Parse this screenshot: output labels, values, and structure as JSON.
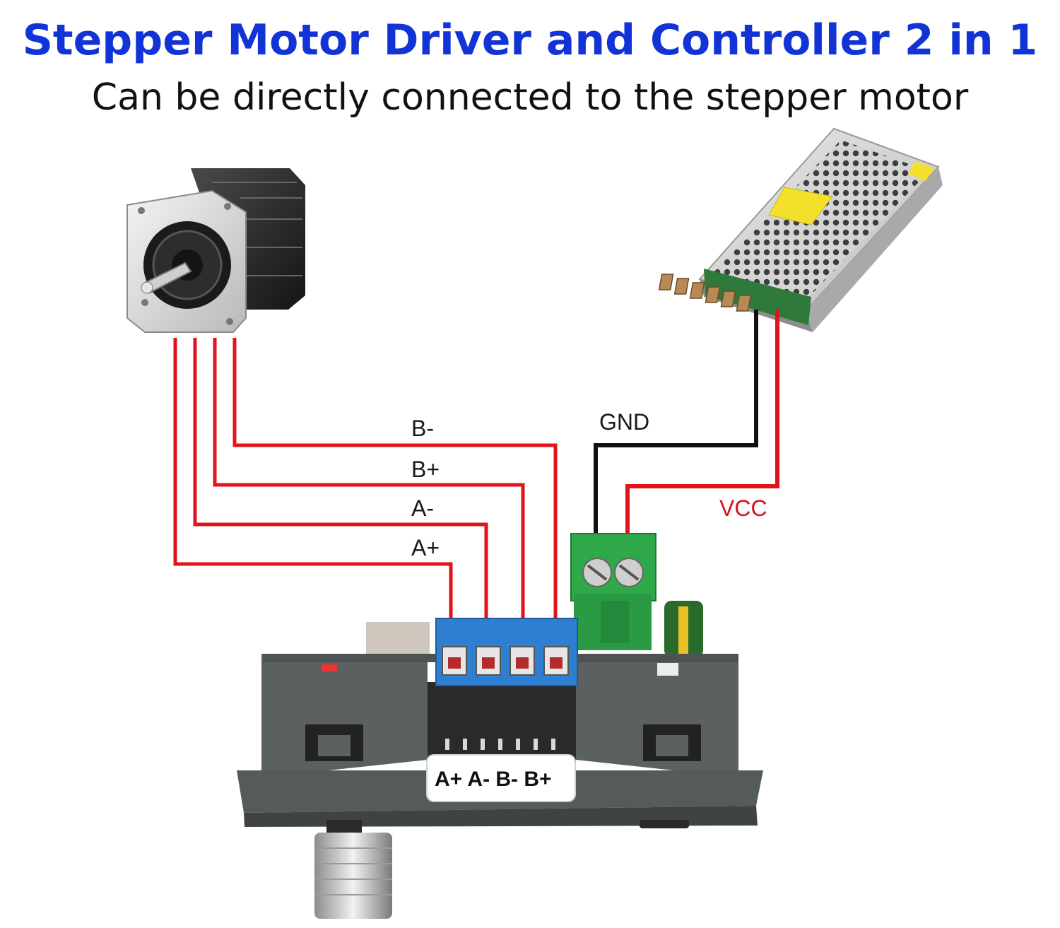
{
  "header": {
    "title": "Stepper Motor Driver and Controller 2 in 1",
    "subtitle": "Can be directly connected to the stepper motor"
  },
  "wires": {
    "b_minus": "B-",
    "b_plus": "B+",
    "a_minus": "A-",
    "a_plus": "A+",
    "gnd": "GND",
    "vcc": "VCC"
  },
  "board": {
    "terminal_label": "A+ A- B- B+"
  },
  "colors": {
    "title": "#1234d6",
    "wire_red": "#e0141c",
    "wire_black": "#111111",
    "vcc_text": "#d4141c",
    "terminal_blue": "#2f7fd1",
    "terminal_green": "#2fa84a",
    "board_gray": "#5b6160"
  }
}
